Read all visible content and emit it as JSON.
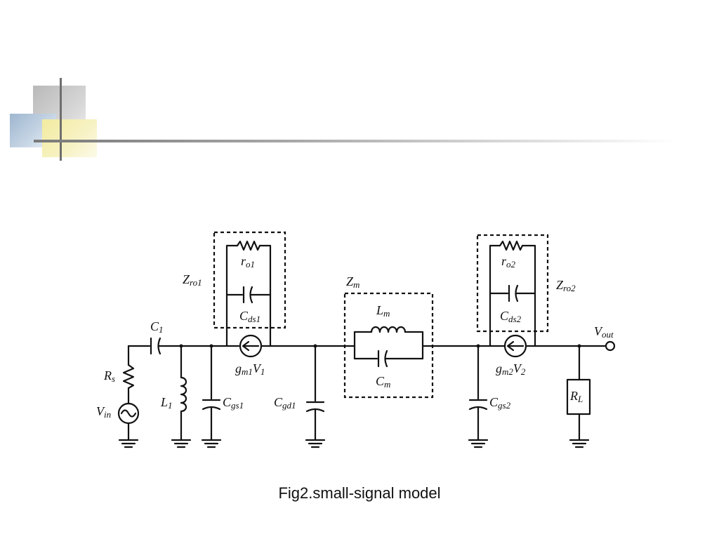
{
  "caption": "Fig2.small-signal model",
  "labels": {
    "C1": {
      "main": "C",
      "sub": "1"
    },
    "Rs": {
      "main": "R",
      "sub": "s"
    },
    "Vin": {
      "main": "V",
      "sub": "in"
    },
    "L1": {
      "main": "L",
      "sub": "1"
    },
    "Cgs1": {
      "main": "C",
      "sub": "gs1"
    },
    "Cgd1": {
      "main": "C",
      "sub": "gd1"
    },
    "Zro1": {
      "main": "Z",
      "sub": "ro1"
    },
    "ro1": {
      "main": "r",
      "sub": "o1"
    },
    "Cds1": {
      "main": "C",
      "sub": "ds1"
    },
    "gm1V1": {
      "main": "g",
      "sub": "m1",
      "tail": "V",
      "tail_sub": "1"
    },
    "Zm": {
      "main": "Z",
      "sub": "m"
    },
    "Lm": {
      "main": "L",
      "sub": "m"
    },
    "Cm": {
      "main": "C",
      "sub": "m"
    },
    "Zro2": {
      "main": "Z",
      "sub": "ro2"
    },
    "ro2": {
      "main": "r",
      "sub": "o2"
    },
    "Cds2": {
      "main": "C",
      "sub": "ds2"
    },
    "gm2V2": {
      "main": "g",
      "sub": "m2",
      "tail": "V",
      "tail_sub": "2"
    },
    "Cgs2": {
      "main": "C",
      "sub": "gs2"
    },
    "RL": {
      "main": "R",
      "sub": "L"
    },
    "Vout": {
      "main": "V",
      "sub": "out"
    }
  }
}
